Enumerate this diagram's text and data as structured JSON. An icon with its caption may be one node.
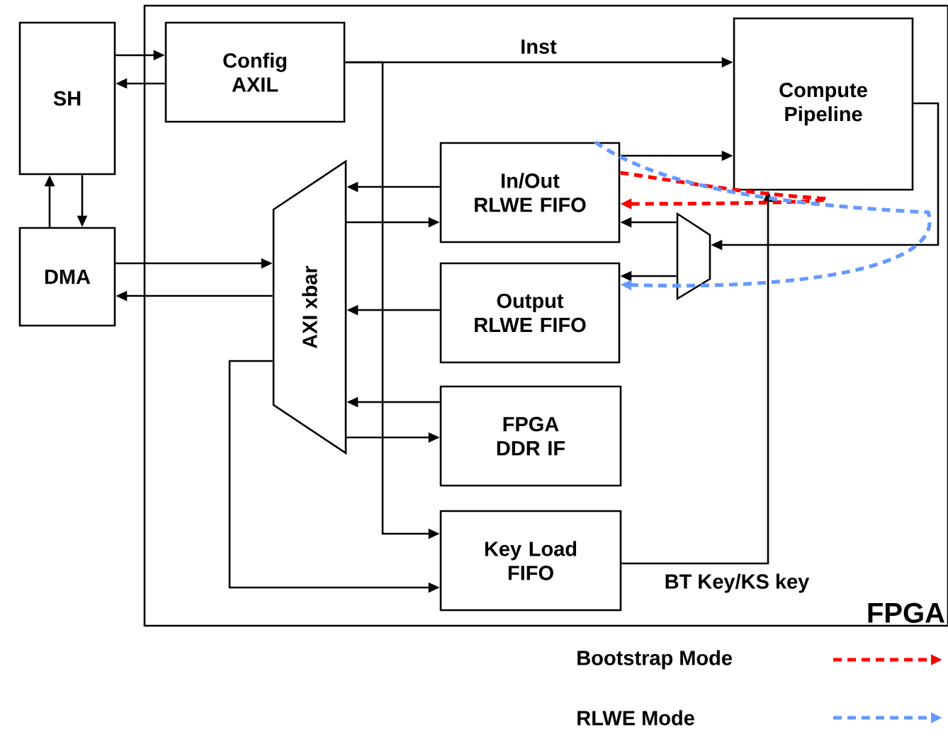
{
  "diagram": {
    "nodes": [
      {
        "text": [
          "FPGA"
        ]
      },
      {
        "text": [
          "SH"
        ]
      },
      {
        "text": [
          "DMA"
        ]
      },
      {
        "text": [
          "Config AXIL"
        ],
        "in": 0
      },
      {
        "text": [
          "Compute Pipeline"
        ],
        "in": 0
      },
      {
        "text": [
          "In/Out RLWE FIFO"
        ],
        "in": 0
      },
      {
        "text": [
          "Output RLWE FIFO"
        ],
        "in": 0
      },
      {
        "text": [
          "AXI xbar"
        ],
        "in": 0
      },
      {
        "text": [
          "FPGA DDR IF"
        ],
        "in": 0
      },
      {
        "text": [
          "Key Load FIFO"
        ],
        "in": 0
      },
      {
        "text": [],
        "shape": "trapezoid",
        "in": 0
      }
    ],
    "edges": [
      {
        "from": 1,
        "to": 3,
        "arrow": "to"
      },
      {
        "from": 3,
        "to": 1,
        "arrow": "to"
      },
      {
        "from": 2,
        "to": 1,
        "arrow": "to"
      },
      {
        "from": 1,
        "to": 2,
        "arrow": "to"
      },
      {
        "from": 2,
        "to": 7,
        "arrow": "to"
      },
      {
        "from": 7,
        "to": 2,
        "arrow": "to"
      },
      {
        "from": 3,
        "to": 4,
        "arrow": "to",
        "label": "Inst"
      },
      {
        "from": 3,
        "to": 9,
        "arrow": "to"
      },
      {
        "from": 5,
        "to": 7,
        "arrow": "to"
      },
      {
        "from": 7,
        "to": 5,
        "arrow": "to"
      },
      {
        "from": 6,
        "to": 7,
        "arrow": "to"
      },
      {
        "from": 8,
        "to": 7,
        "arrow": "to"
      },
      {
        "from": 7,
        "to": 8,
        "arrow": "to"
      },
      {
        "from": 7,
        "to": 9,
        "arrow": "to"
      },
      {
        "from": 5,
        "to": 4,
        "arrow": "to"
      },
      {
        "from": 4,
        "to": 10,
        "arrow": "to"
      },
      {
        "from": 10,
        "to": 5,
        "arrow": "to"
      },
      {
        "from": 10,
        "to": 6,
        "arrow": "to"
      },
      {
        "from": 9,
        "to": 4,
        "arrow": "to",
        "label": "BT Key/KS key"
      },
      {
        "from": 5,
        "to": 5,
        "arrow": "to",
        "style": "dashed",
        "color": "#ff0000"
      },
      {
        "from": 5,
        "to": 6,
        "arrow": "to",
        "style": "dashed",
        "color": "#6699ff"
      }
    ],
    "legend": [
      {
        "text": "Bootstrap Mode"
      },
      {
        "text": "RLWE Mode"
      }
    ]
  }
}
